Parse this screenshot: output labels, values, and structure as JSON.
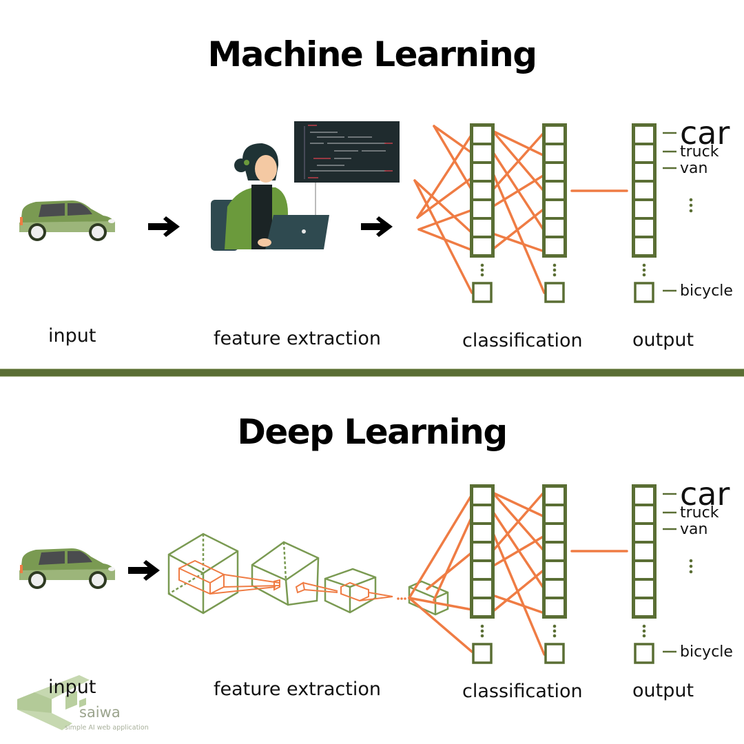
{
  "colors": {
    "network_green": "#5a6e34",
    "connection_orange": "#ef7c44",
    "cube_green": "#7a9a52",
    "divider": "#5a6e34",
    "car_body": "#7a9a52",
    "car_lower": "#9cb57a",
    "arrow": "#000000"
  },
  "sections": [
    {
      "title": "Machine Learning",
      "stages": {
        "input": "input",
        "feature_extraction": "feature extraction",
        "classification": "classification",
        "output": "output"
      },
      "feature_icon": "person-at-laptop-with-code-screen-icon",
      "outputs": [
        "car",
        "truck",
        "van",
        "bicycle"
      ]
    },
    {
      "title": "Deep Learning",
      "stages": {
        "input": "input",
        "feature_extraction": "feature extraction",
        "classification": "classification",
        "output": "output"
      },
      "feature_icon": "convolution-cubes-icon",
      "outputs": [
        "car",
        "truck",
        "van",
        "bicycle"
      ]
    }
  ],
  "watermark": {
    "name": "saiwa",
    "tagline": "simple AI web application"
  }
}
